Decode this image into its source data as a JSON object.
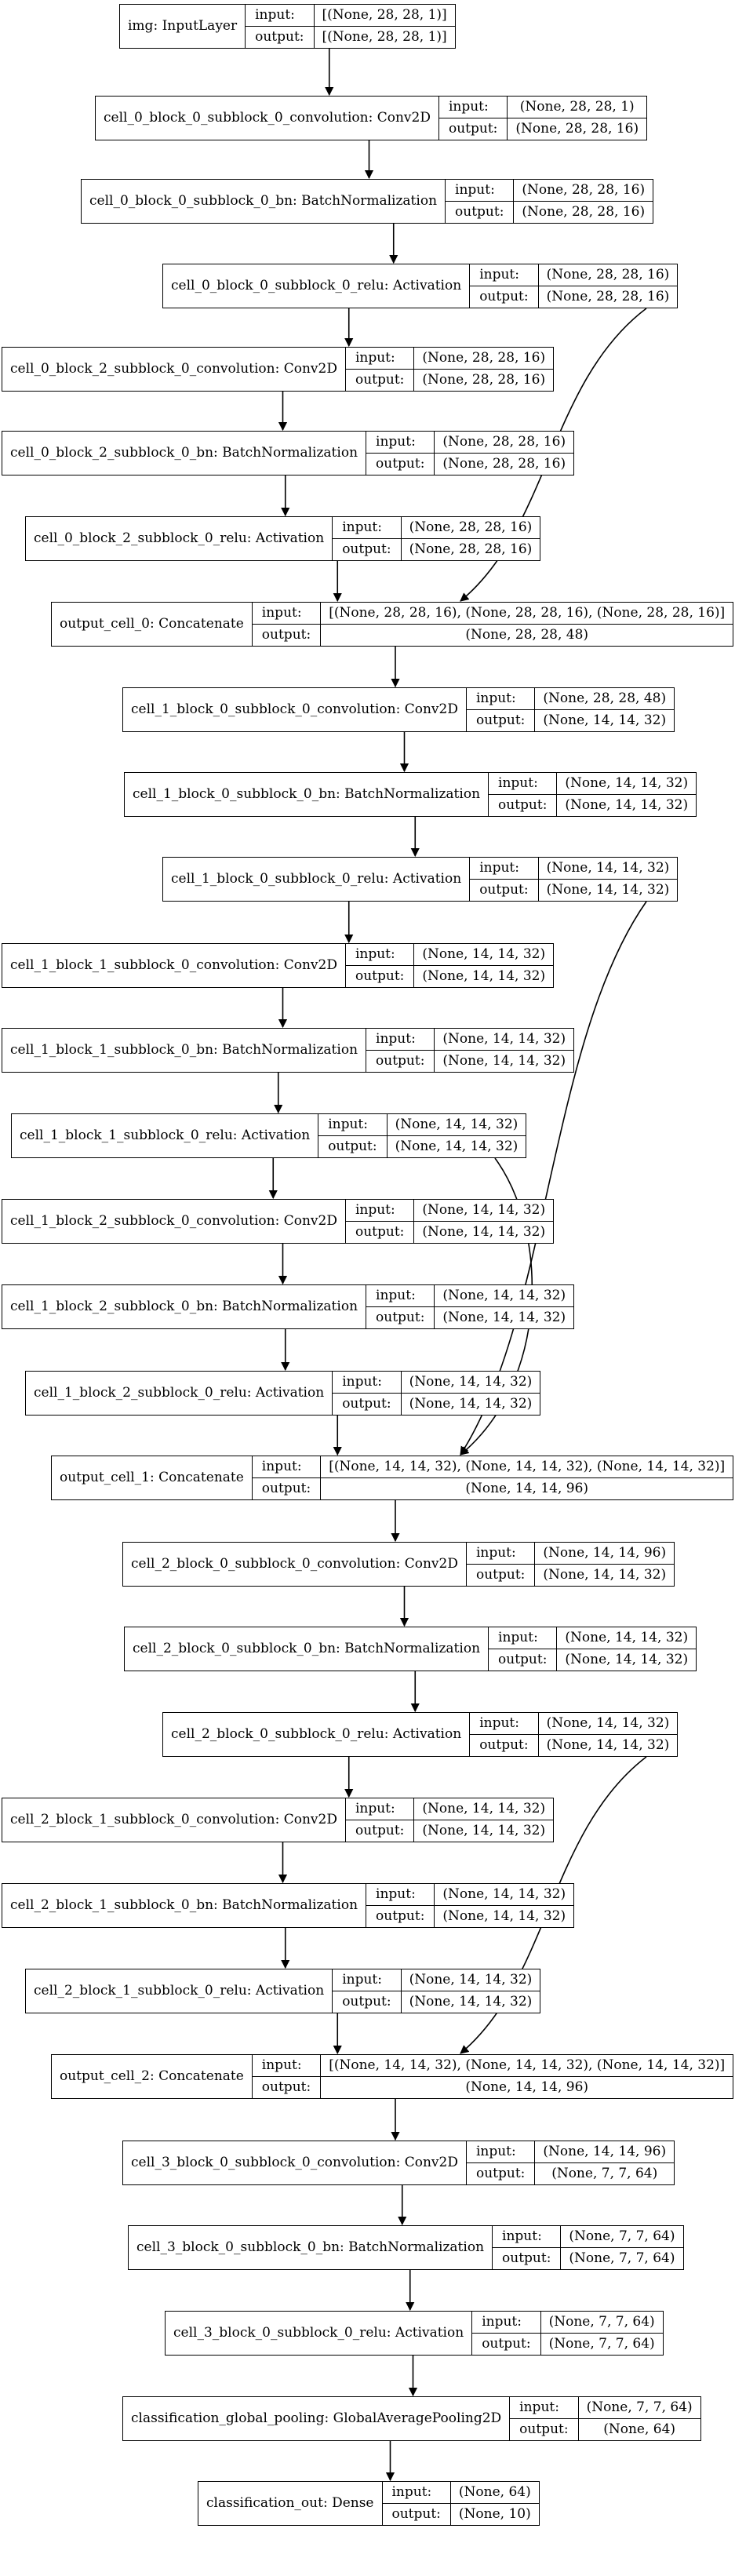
{
  "io_labels": {
    "input": "input:",
    "output": "output:"
  },
  "nodes": [
    {
      "id": "n0",
      "label": "img: InputLayer",
      "input": "[(None, 28, 28, 1)]",
      "output": "[(None, 28, 28, 1)]"
    },
    {
      "id": "n1",
      "label": "cell_0_block_0_subblock_0_convolution: Conv2D",
      "input": "(None, 28, 28, 1)",
      "output": "(None, 28, 28, 16)"
    },
    {
      "id": "n2",
      "label": "cell_0_block_0_subblock_0_bn: BatchNormalization",
      "input": "(None, 28, 28, 16)",
      "output": "(None, 28, 28, 16)"
    },
    {
      "id": "n3",
      "label": "cell_0_block_0_subblock_0_relu: Activation",
      "input": "(None, 28, 28, 16)",
      "output": "(None, 28, 28, 16)"
    },
    {
      "id": "n4",
      "label": "cell_0_block_2_subblock_0_convolution: Conv2D",
      "input": "(None, 28, 28, 16)",
      "output": "(None, 28, 28, 16)"
    },
    {
      "id": "n5",
      "label": "cell_0_block_2_subblock_0_bn: BatchNormalization",
      "input": "(None, 28, 28, 16)",
      "output": "(None, 28, 28, 16)"
    },
    {
      "id": "n6",
      "label": "cell_0_block_2_subblock_0_relu: Activation",
      "input": "(None, 28, 28, 16)",
      "output": "(None, 28, 28, 16)"
    },
    {
      "id": "n7",
      "label": "output_cell_0: Concatenate",
      "input": "[(None, 28, 28, 16), (None, 28, 28, 16), (None, 28, 28, 16)]",
      "output": "(None, 28, 28, 48)"
    },
    {
      "id": "n8",
      "label": "cell_1_block_0_subblock_0_convolution: Conv2D",
      "input": "(None, 28, 28, 48)",
      "output": "(None, 14, 14, 32)"
    },
    {
      "id": "n9",
      "label": "cell_1_block_0_subblock_0_bn: BatchNormalization",
      "input": "(None, 14, 14, 32)",
      "output": "(None, 14, 14, 32)"
    },
    {
      "id": "n10",
      "label": "cell_1_block_0_subblock_0_relu: Activation",
      "input": "(None, 14, 14, 32)",
      "output": "(None, 14, 14, 32)"
    },
    {
      "id": "n11",
      "label": "cell_1_block_1_subblock_0_convolution: Conv2D",
      "input": "(None, 14, 14, 32)",
      "output": "(None, 14, 14, 32)"
    },
    {
      "id": "n12",
      "label": "cell_1_block_1_subblock_0_bn: BatchNormalization",
      "input": "(None, 14, 14, 32)",
      "output": "(None, 14, 14, 32)"
    },
    {
      "id": "n13",
      "label": "cell_1_block_1_subblock_0_relu: Activation",
      "input": "(None, 14, 14, 32)",
      "output": "(None, 14, 14, 32)"
    },
    {
      "id": "n14",
      "label": "cell_1_block_2_subblock_0_convolution: Conv2D",
      "input": "(None, 14, 14, 32)",
      "output": "(None, 14, 14, 32)"
    },
    {
      "id": "n15",
      "label": "cell_1_block_2_subblock_0_bn: BatchNormalization",
      "input": "(None, 14, 14, 32)",
      "output": "(None, 14, 14, 32)"
    },
    {
      "id": "n16",
      "label": "cell_1_block_2_subblock_0_relu: Activation",
      "input": "(None, 14, 14, 32)",
      "output": "(None, 14, 14, 32)"
    },
    {
      "id": "n17",
      "label": "output_cell_1: Concatenate",
      "input": "[(None, 14, 14, 32), (None, 14, 14, 32), (None, 14, 14, 32)]",
      "output": "(None, 14, 14, 96)"
    },
    {
      "id": "n18",
      "label": "cell_2_block_0_subblock_0_convolution: Conv2D",
      "input": "(None, 14, 14, 96)",
      "output": "(None, 14, 14, 32)"
    },
    {
      "id": "n19",
      "label": "cell_2_block_0_subblock_0_bn: BatchNormalization",
      "input": "(None, 14, 14, 32)",
      "output": "(None, 14, 14, 32)"
    },
    {
      "id": "n20",
      "label": "cell_2_block_0_subblock_0_relu: Activation",
      "input": "(None, 14, 14, 32)",
      "output": "(None, 14, 14, 32)"
    },
    {
      "id": "n21",
      "label": "cell_2_block_1_subblock_0_convolution: Conv2D",
      "input": "(None, 14, 14, 32)",
      "output": "(None, 14, 14, 32)"
    },
    {
      "id": "n22",
      "label": "cell_2_block_1_subblock_0_bn: BatchNormalization",
      "input": "(None, 14, 14, 32)",
      "output": "(None, 14, 14, 32)"
    },
    {
      "id": "n23",
      "label": "cell_2_block_1_subblock_0_relu: Activation",
      "input": "(None, 14, 14, 32)",
      "output": "(None, 14, 14, 32)"
    },
    {
      "id": "n24",
      "label": "output_cell_2: Concatenate",
      "input": "[(None, 14, 14, 32), (None, 14, 14, 32), (None, 14, 14, 32)]",
      "output": "(None, 14, 14, 96)"
    },
    {
      "id": "n25",
      "label": "cell_3_block_0_subblock_0_convolution: Conv2D",
      "input": "(None, 14, 14, 96)",
      "output": "(None, 7, 7, 64)"
    },
    {
      "id": "n26",
      "label": "cell_3_block_0_subblock_0_bn: BatchNormalization",
      "input": "(None, 7, 7, 64)",
      "output": "(None, 7, 7, 64)"
    },
    {
      "id": "n27",
      "label": "cell_3_block_0_subblock_0_relu: Activation",
      "input": "(None, 7, 7, 64)",
      "output": "(None, 7, 7, 64)"
    },
    {
      "id": "n28",
      "label": "classification_global_pooling: GlobalAveragePooling2D",
      "input": "(None, 7, 7, 64)",
      "output": "(None, 64)"
    },
    {
      "id": "n29",
      "label": "classification_out: Dense",
      "input": "(None, 64)",
      "output": "(None, 10)"
    }
  ],
  "edges": [
    [
      "n0",
      "n1"
    ],
    [
      "n1",
      "n2"
    ],
    [
      "n2",
      "n3"
    ],
    [
      "n3",
      "n4"
    ],
    [
      "n4",
      "n5"
    ],
    [
      "n5",
      "n6"
    ],
    [
      "n6",
      "n7"
    ],
    [
      "n3",
      "n7"
    ],
    [
      "n7",
      "n8"
    ],
    [
      "n8",
      "n9"
    ],
    [
      "n9",
      "n10"
    ],
    [
      "n10",
      "n11"
    ],
    [
      "n11",
      "n12"
    ],
    [
      "n12",
      "n13"
    ],
    [
      "n13",
      "n14"
    ],
    [
      "n14",
      "n15"
    ],
    [
      "n15",
      "n16"
    ],
    [
      "n16",
      "n17"
    ],
    [
      "n13",
      "n17"
    ],
    [
      "n10",
      "n17"
    ],
    [
      "n17",
      "n18"
    ],
    [
      "n18",
      "n19"
    ],
    [
      "n19",
      "n20"
    ],
    [
      "n20",
      "n21"
    ],
    [
      "n21",
      "n22"
    ],
    [
      "n22",
      "n23"
    ],
    [
      "n23",
      "n24"
    ],
    [
      "n20",
      "n24"
    ],
    [
      "n24",
      "n25"
    ],
    [
      "n25",
      "n26"
    ],
    [
      "n26",
      "n27"
    ],
    [
      "n27",
      "n28"
    ],
    [
      "n28",
      "n29"
    ]
  ],
  "colors": {
    "stroke": "#000000",
    "background": "#ffffff"
  }
}
